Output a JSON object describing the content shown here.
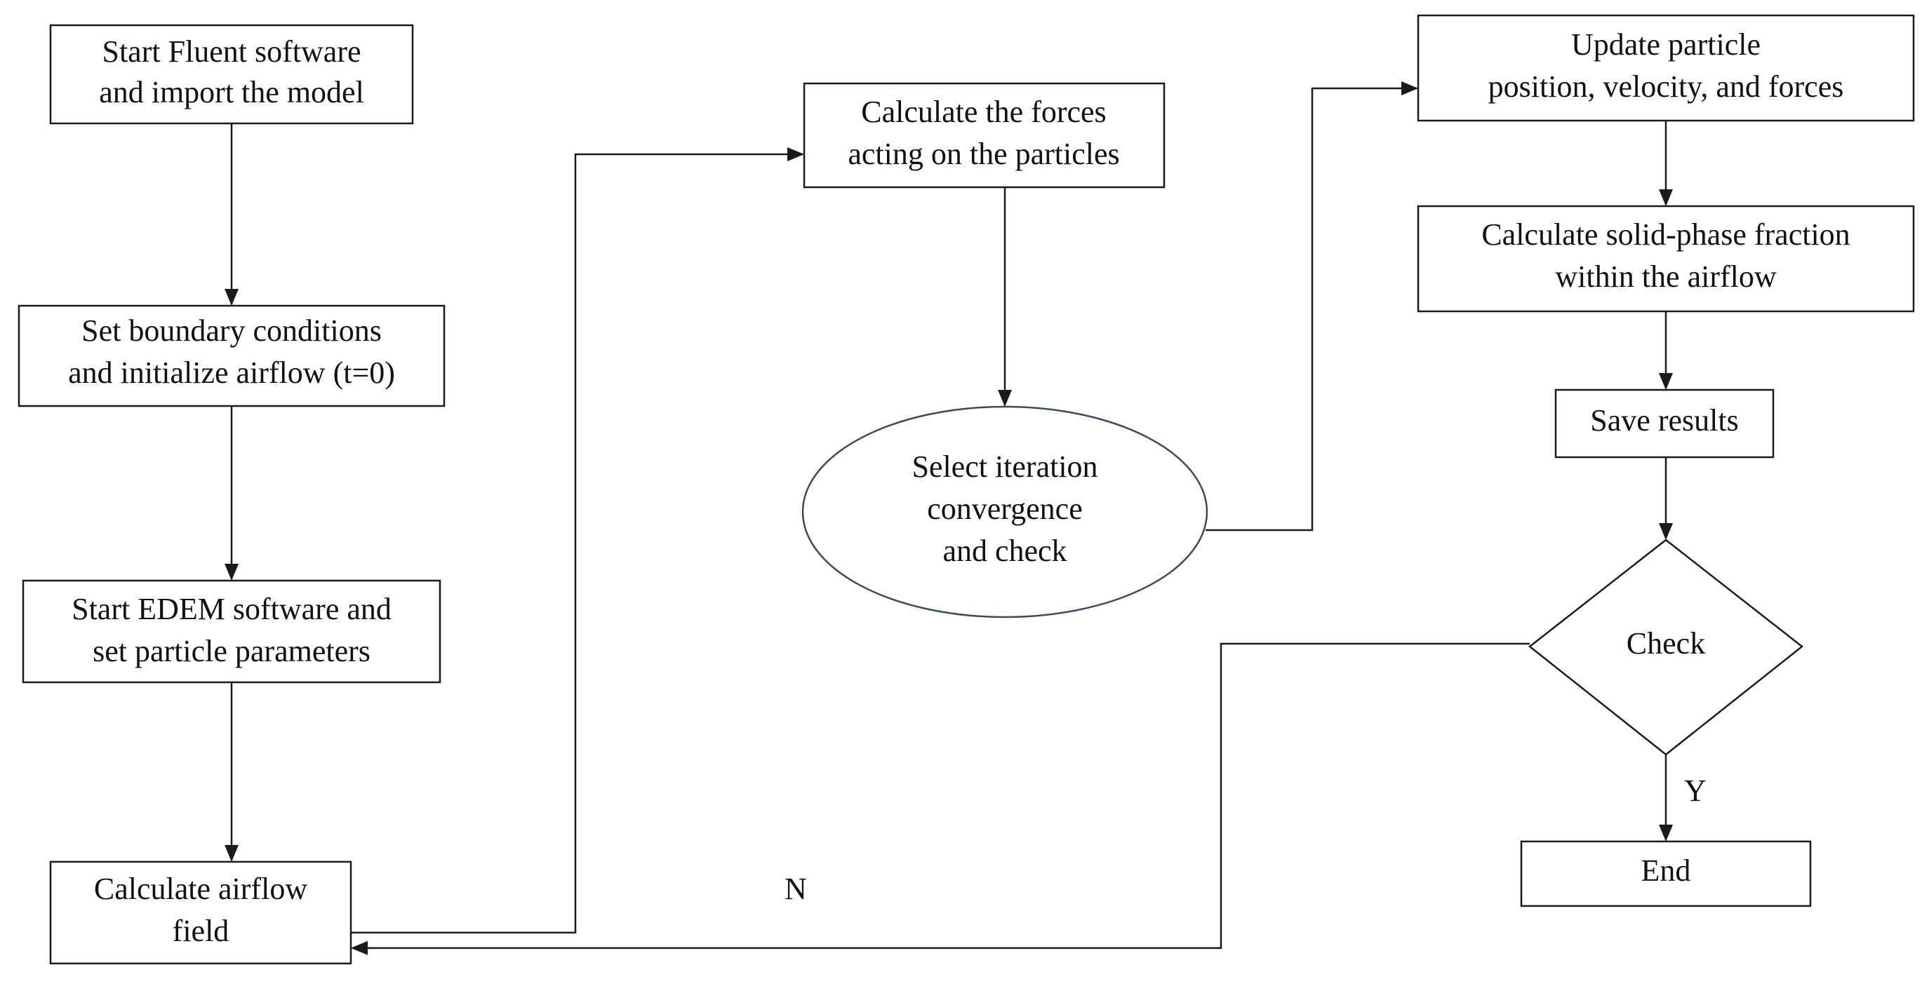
{
  "nodes": {
    "start_fluent": [
      "Start Fluent software",
      "and import the model"
    ],
    "set_boundary": [
      "Set boundary conditions",
      "and initialize airflow (t=0)"
    ],
    "start_edem": [
      "Start EDEM software and",
      "set particle parameters"
    ],
    "calc_airflow": [
      "Calculate airflow",
      "field"
    ],
    "calc_forces": [
      "Calculate the forces",
      "acting on the particles"
    ],
    "select_iteration": [
      "Select iteration",
      "convergence",
      "and check"
    ],
    "update_particle": [
      "Update particle",
      "position, velocity, and forces"
    ],
    "calc_solid": [
      "Calculate solid-phase fraction",
      "within the airflow"
    ],
    "save_results": [
      "Save results"
    ],
    "check": [
      "Check"
    ],
    "end": [
      "End"
    ]
  },
  "edge_labels": {
    "yes": "Y",
    "no": "N"
  }
}
